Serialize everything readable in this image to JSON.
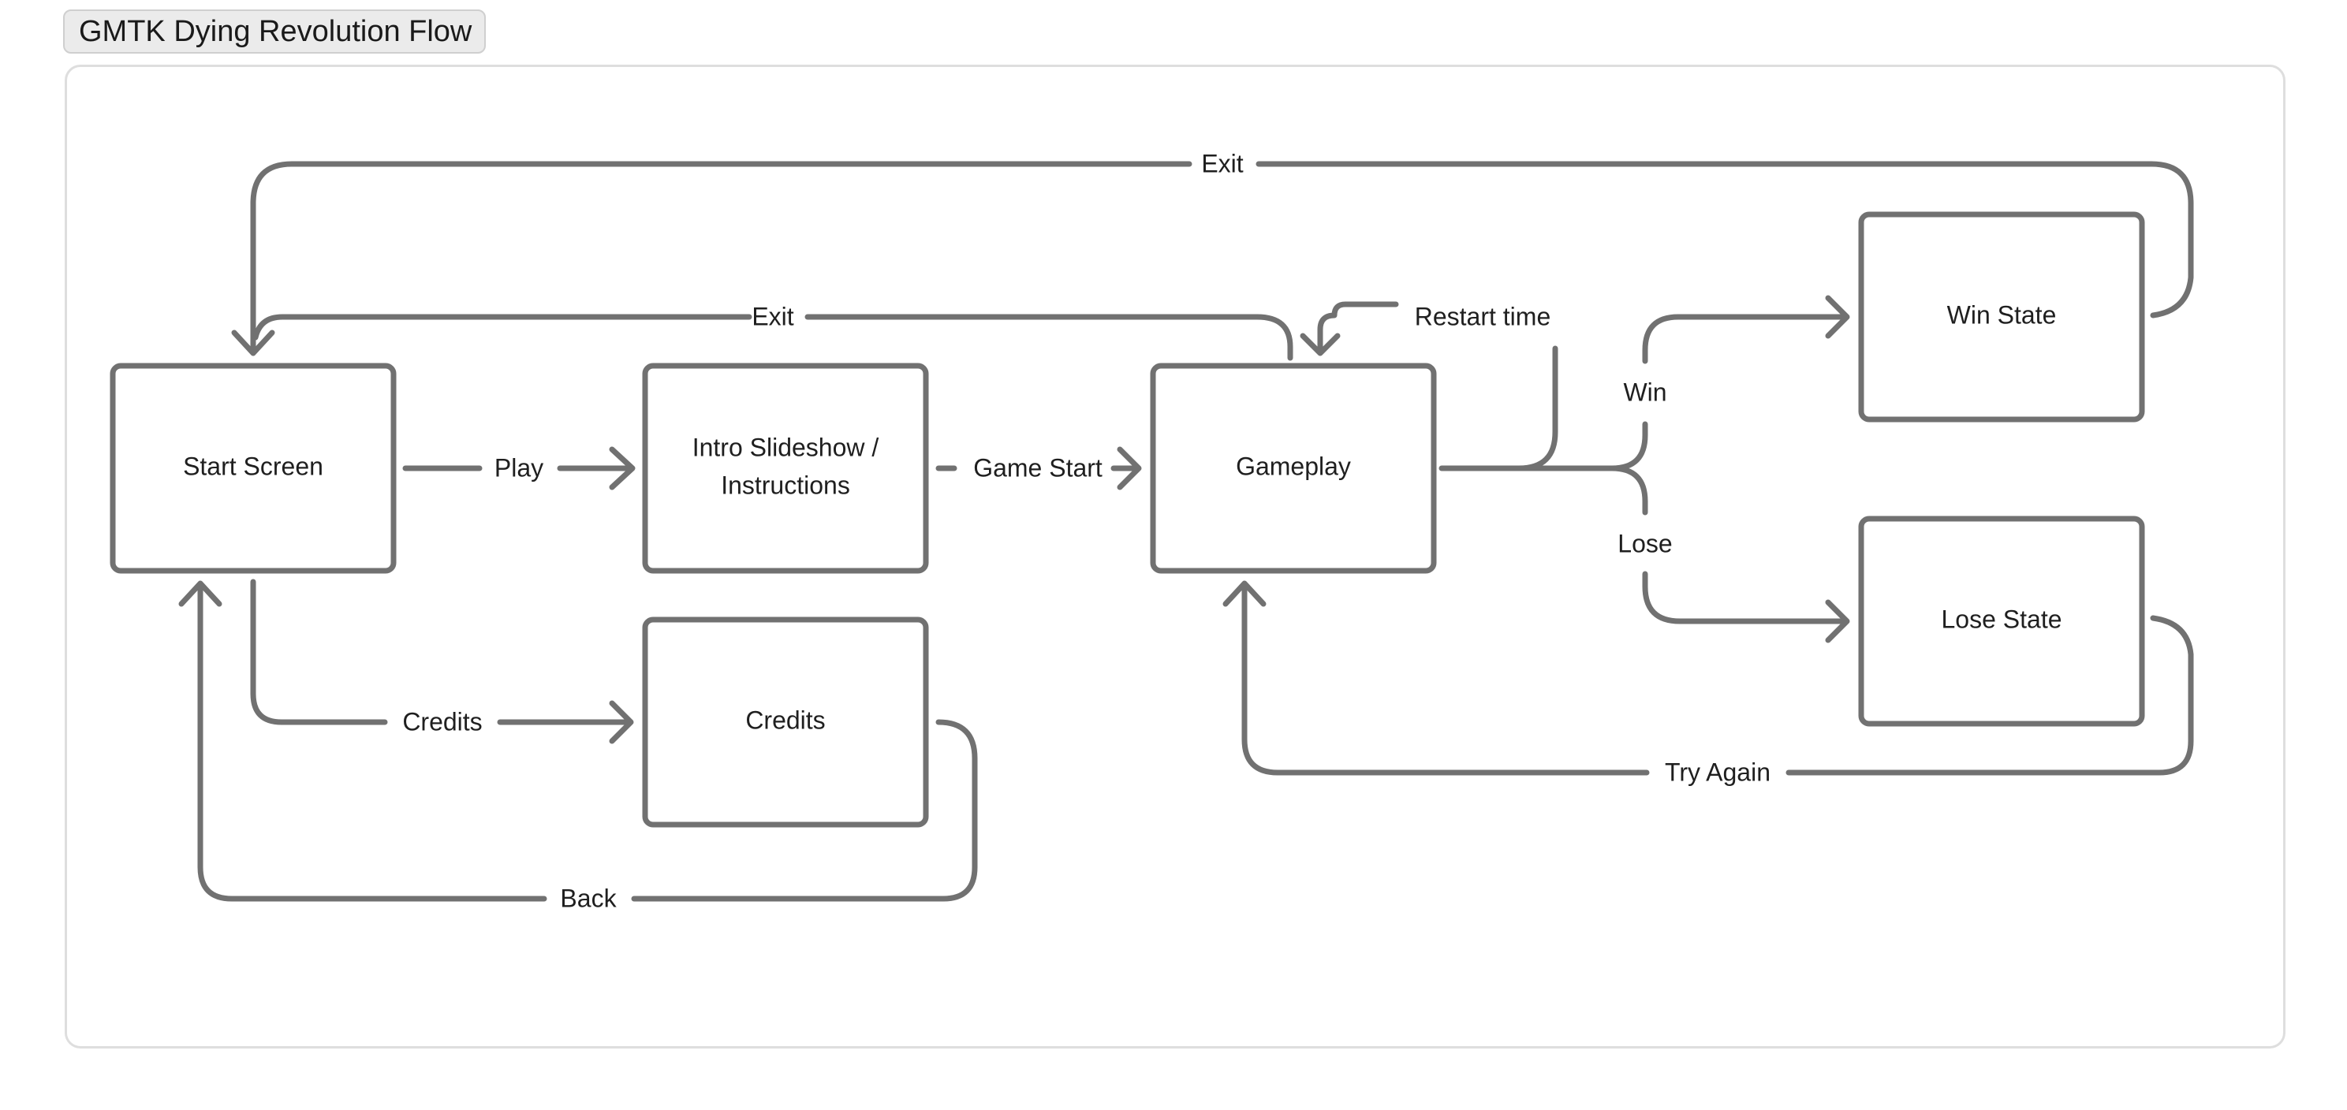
{
  "board": {
    "title": "GMTK Dying Revolution Flow"
  },
  "nodes": {
    "start": {
      "line1": "Start Screen"
    },
    "intro": {
      "line1": "Intro Slideshow /",
      "line2": "Instructions"
    },
    "gameplay": {
      "line1": "Gameplay"
    },
    "credits": {
      "line1": "Credits"
    },
    "win": {
      "line1": "Win State"
    },
    "lose": {
      "line1": "Lose State"
    }
  },
  "edges": {
    "play": "Play",
    "game_start": "Game Start",
    "credits": "Credits",
    "back": "Back",
    "exit_top": "Exit",
    "exit_gameplay": "Exit",
    "restart_time": "Restart time",
    "win": "Win",
    "lose": "Lose",
    "try_again": "Try Again"
  },
  "colors": {
    "stroke": "#717171",
    "text": "#1f1f1f",
    "frame": "#dedede",
    "title_bg": "#ebebeb"
  }
}
